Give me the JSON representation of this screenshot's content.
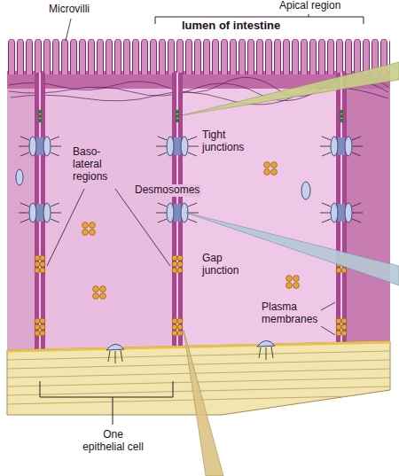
{
  "diagram": {
    "labels": [
      "lumen of intestine",
      "Microvilli",
      "Apical region",
      "Baso- lateral regions",
      "Tight junctions",
      "Desmosomes",
      "Gap junction",
      "Plasma membranes",
      "One epithelial cell"
    ]
  }
}
